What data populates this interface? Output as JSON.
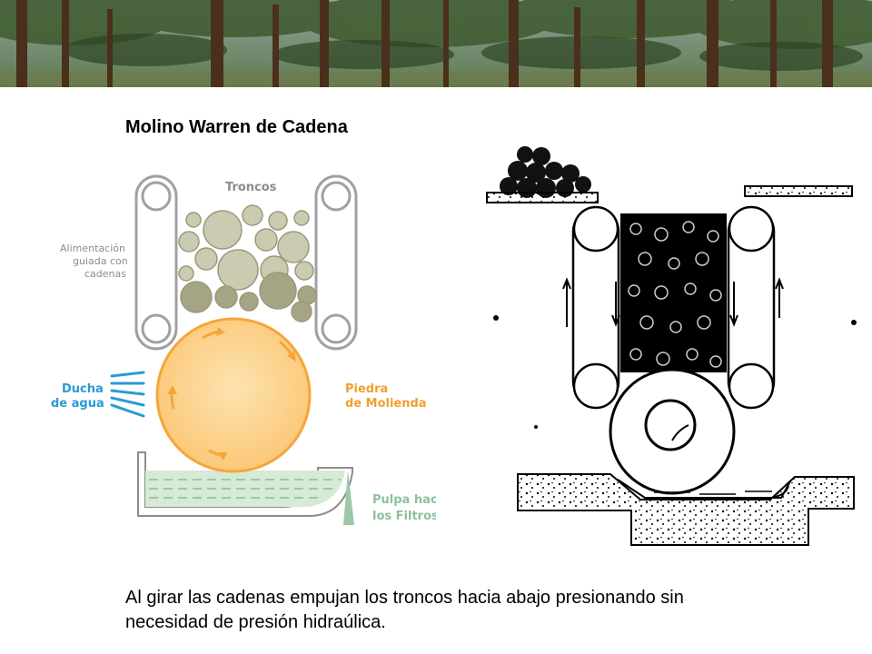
{
  "slide": {
    "title": "Molino Warren de Cadena",
    "caption_line1": "Al girar las cadenas empujan los troncos hacia abajo presionando sin",
    "caption_line2": "necesidad de presión hidraúlica."
  },
  "left_diagram": {
    "labels": {
      "logs": "Troncos",
      "feed_line1": "Alimentación",
      "feed_line2": "guiada con",
      "feed_line3": "cadenas",
      "shower_line1": "Ducha",
      "shower_line2": "de agua",
      "stone_line1": "Piedra",
      "stone_line2": "de Molienda",
      "pulp_line1": "Pulpa hacia",
      "pulp_line2": "los Filtros"
    }
  },
  "colors": {
    "stone": "#fbc878",
    "stone_edge": "#f5a63a",
    "log_light": "#cbcbb2",
    "log_dark": "#a5a586",
    "pulp": "#d6ead6",
    "shower": "#2a9ad6",
    "chain_outline": "#a0a0a0"
  }
}
